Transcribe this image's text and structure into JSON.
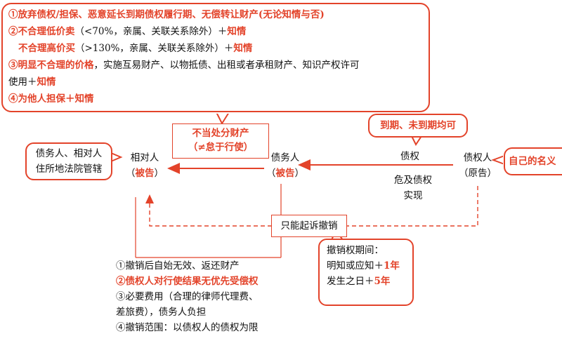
{
  "top_callout": {
    "line1_bold": "①放弃债权/担保、恶意延长到期债权履行期、无偿转让财产(无论知情与否)",
    "line2_bold": "②不合理低价卖",
    "line2_rest": "（<70%，亲属、关联关系除外）＋",
    "line2_tail": "知情",
    "line3_bold": "不合理高价买",
    "line3_rest": "（>130%，亲属、关联关系除外）＋",
    "line3_tail": "知情",
    "line4_bold": "③明显不合理的价格",
    "line4_rest": "，实施互易财产、以物抵债、出租或者承租财产、知识产权许可",
    "line5_rest": "使用＋",
    "line5_tail": "知情",
    "line6_bold": "④为他人担保＋知情"
  },
  "improper_disposal": {
    "line1": "不当处分财产",
    "line2": "（≠怠于行使）"
  },
  "due_callout": "到期、未到期均可",
  "court_callout": {
    "line1": "债务人、相对人",
    "line2": "住所地法院管辖"
  },
  "own_name_callout": "自己的名义",
  "counterparty": {
    "line1": "相对人",
    "line2_open": "（",
    "line2_red": "被告",
    "line2_close": "）"
  },
  "debtor": {
    "line1": "债务人",
    "line2_open": "（",
    "line2_red": "被告",
    "line2_close": "）"
  },
  "creditor": {
    "line1": "债权人",
    "line2": "（原告）"
  },
  "claim_label": "债权",
  "jeopardy_label": {
    "line1": "危及债权",
    "line2": "实现"
  },
  "sue_only_label": "只能起诉撤销",
  "period_callout": {
    "title": "撤销权期间：",
    "l1_a": "明知或应知＋",
    "l1_b": "1年",
    "l2_a": "发生之日＋",
    "l2_b": "5年"
  },
  "effects": {
    "item1": "①撤销后自始无效、返还财产",
    "item2": "②债权人对行使结果无优先受偿权",
    "item3a": "③必要费用（合理的律师代理费、",
    "item3b": "差旅费），债务人负担",
    "item4": "④撤销范围：以债权人的债权为限"
  },
  "colors": {
    "accent": "#e3432a",
    "text": "#111111"
  }
}
